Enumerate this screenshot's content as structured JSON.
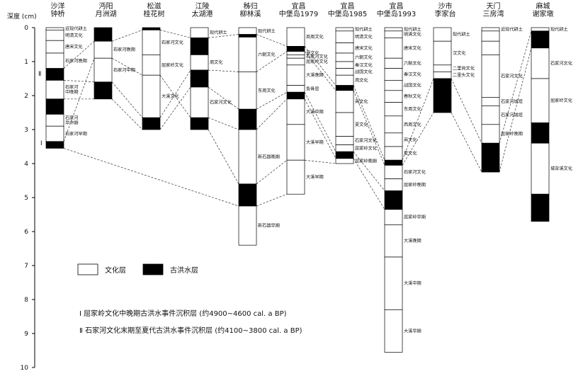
{
  "axis": {
    "label": "深度 (cm)",
    "ticks": [
      "0",
      "1",
      "2",
      "3",
      "4",
      "5",
      "6",
      "7",
      "8",
      "9",
      "10"
    ]
  },
  "legend": {
    "culture": "文化层",
    "flood": "古洪水层"
  },
  "notes": {
    "I": "Ⅰ 屈家岭文化中晚期古洪水事件沉积层 (约4900~4600 cal. a BP)",
    "II": "Ⅱ 石家河文化末期至夏代古洪水事件沉积层 (约4100~3800 cal. a BP)"
  },
  "side_marks": {
    "I": "Ⅰ",
    "II": "Ⅱ"
  },
  "colors": {
    "flood": "#000000",
    "culture": "#ffffff",
    "line": "#333333"
  },
  "columns": [
    {
      "name": [
        "沙洋",
        "钟桥"
      ],
      "layers": [
        {
          "from": 0,
          "to": 0.07,
          "label": "近现代耕土"
        },
        {
          "from": 0.07,
          "to": 0.38,
          "label": "明清文化"
        },
        {
          "from": 0.38,
          "to": 0.75,
          "label": "唐宋文化"
        },
        {
          "from": 0.75,
          "to": 1.2,
          "label": "石家河晚期"
        },
        {
          "from": 1.2,
          "to": 1.55,
          "flood": true
        },
        {
          "from": 1.55,
          "to": 2.1,
          "label": "石家河 中晚期"
        },
        {
          "from": 2.1,
          "to": 2.55,
          "flood": true
        },
        {
          "from": 2.55,
          "to": 2.9,
          "label": "石家河 早中期"
        },
        {
          "from": 2.9,
          "to": 3.35,
          "label": "石家河早期"
        },
        {
          "from": 3.35,
          "to": 3.55,
          "flood": true
        }
      ]
    },
    {
      "name": [
        "沔阳",
        "月洲湖"
      ],
      "layers": [
        {
          "from": 0,
          "to": 0.4,
          "flood": true
        },
        {
          "from": 0.4,
          "to": 0.9,
          "label": "石家河晚期"
        },
        {
          "from": 0.9,
          "to": 1.6,
          "label": "石家河中期"
        },
        {
          "from": 1.6,
          "to": 2.1,
          "flood": true
        }
      ]
    },
    {
      "name": [
        "松滋",
        "桂花树"
      ],
      "layers": [
        {
          "from": 0,
          "to": 0.07,
          "flood": true
        },
        {
          "from": 0.07,
          "to": 0.8,
          "label": "石家河文化"
        },
        {
          "from": 0.8,
          "to": 1.4,
          "label": "屈家岭文化"
        },
        {
          "from": 1.4,
          "to": 2.65,
          "label": "大溪文化"
        },
        {
          "from": 2.65,
          "to": 3.0,
          "flood": true
        }
      ]
    },
    {
      "name": [
        "江陵",
        "太湖港"
      ],
      "layers": [
        {
          "from": 0,
          "to": 0.3,
          "label": "现代耕土"
        },
        {
          "from": 0.3,
          "to": 0.8,
          "flood": true
        },
        {
          "from": 0.8,
          "to": 1.25,
          "label": "周文化"
        },
        {
          "from": 1.25,
          "to": 1.75,
          "flood": true
        },
        {
          "from": 1.75,
          "to": 2.65,
          "label": "石家河文化"
        },
        {
          "from": 2.65,
          "to": 3.0,
          "flood": true
        }
      ]
    },
    {
      "name": [
        "秭归",
        "柳林溪"
      ],
      "layers": [
        {
          "from": 0,
          "to": 0.2,
          "label": "现代耕土"
        },
        {
          "from": 0.2,
          "to": 0.28,
          "flood": true
        },
        {
          "from": 0.28,
          "to": 1.3,
          "label": "六朝文化"
        },
        {
          "from": 1.3,
          "to": 2.4,
          "label": "东周文化"
        },
        {
          "from": 2.4,
          "to": 3.0,
          "flood": true
        },
        {
          "from": 3.0,
          "to": 4.6,
          "label": "新石器晚期"
        },
        {
          "from": 4.6,
          "to": 5.25,
          "flood": true
        },
        {
          "from": 5.25,
          "to": 6.4,
          "label": "新石器早期"
        }
      ]
    },
    {
      "name": [
        "宜昌",
        "中堡岛1979"
      ],
      "layers": [
        {
          "from": 0,
          "to": 0.55,
          "label": "商周文化"
        },
        {
          "from": 0.55,
          "to": 0.7,
          "flood": true
        },
        {
          "from": 0.7,
          "to": 0.8,
          "label": "夏文化"
        },
        {
          "from": 0.8,
          "to": 0.9,
          "label": "石家河文化"
        },
        {
          "from": 0.9,
          "to": 1.1,
          "label": "屈家岭文化"
        },
        {
          "from": 1.1,
          "to": 1.7,
          "label": "大溪晚期"
        },
        {
          "from": 1.7,
          "to": 1.9,
          "label": "鱼骨层"
        },
        {
          "from": 1.9,
          "to": 2.1,
          "flood": true
        },
        {
          "from": 2.1,
          "to": 2.85,
          "label": "大溪中期"
        },
        {
          "from": 2.85,
          "to": 3.9,
          "label": "大溪早期"
        },
        {
          "from": 3.9,
          "to": 4.9,
          "label": "大溪早期"
        }
      ]
    },
    {
      "name": [
        "宜昌",
        "中堡岛1985"
      ],
      "layers": [
        {
          "from": 0,
          "to": 0.1,
          "label": "现代耕土"
        },
        {
          "from": 0.1,
          "to": 0.45,
          "label": "明清文化"
        },
        {
          "from": 0.45,
          "to": 0.75,
          "label": "唐宋文化"
        },
        {
          "from": 0.75,
          "to": 1.0,
          "label": "六朝文化"
        },
        {
          "from": 1.0,
          "to": 1.2,
          "label": "秦汉文化"
        },
        {
          "from": 1.2,
          "to": 1.4,
          "label": "战国文化"
        },
        {
          "from": 1.4,
          "to": 1.7,
          "label": "周文化"
        },
        {
          "from": 1.7,
          "to": 1.85,
          "flood": true
        },
        {
          "from": 1.85,
          "to": 2.5,
          "label": "商文化"
        },
        {
          "from": 2.5,
          "to": 3.2,
          "label": "夏文化"
        },
        {
          "from": 3.2,
          "to": 3.45,
          "label": "石家河文化"
        },
        {
          "from": 3.45,
          "to": 3.65,
          "label": "屈家岭文化"
        },
        {
          "from": 3.65,
          "to": 3.85,
          "flood": true
        },
        {
          "from": 3.85,
          "to": 4.0,
          "label": "屈家岭晚期"
        }
      ]
    },
    {
      "name": [
        "宜昌",
        "中堡岛1993"
      ],
      "layers": [
        {
          "from": 0,
          "to": 0.1,
          "label": "现代耕土"
        },
        {
          "from": 0.1,
          "to": 0.3,
          "label": "明清文化"
        },
        {
          "from": 0.3,
          "to": 0.9,
          "label": "唐宋文化"
        },
        {
          "from": 0.9,
          "to": 1.2,
          "label": "六朝文化"
        },
        {
          "from": 1.2,
          "to": 1.55,
          "label": "秦汉文化"
        },
        {
          "from": 1.55,
          "to": 1.85,
          "label": "战国文化"
        },
        {
          "from": 1.85,
          "to": 2.2,
          "label": "春秋文化"
        },
        {
          "from": 2.2,
          "to": 2.6,
          "label": "东周文化"
        },
        {
          "from": 2.6,
          "to": 3.1,
          "label": "西周文化"
        },
        {
          "from": 3.1,
          "to": 3.5,
          "label": "商文化"
        },
        {
          "from": 3.5,
          "to": 3.9,
          "label": "夏文化"
        },
        {
          "from": 3.9,
          "to": 4.05,
          "flood": true
        },
        {
          "from": 4.05,
          "to": 4.45,
          "label": "石家河文化"
        },
        {
          "from": 4.45,
          "to": 4.8,
          "label": "屈家岭晚期"
        },
        {
          "from": 4.8,
          "to": 5.35,
          "flood": true
        },
        {
          "from": 5.35,
          "to": 5.8,
          "label": "屈家岭早期"
        },
        {
          "from": 5.8,
          "to": 6.75,
          "label": "大溪晚期"
        },
        {
          "from": 6.75,
          "to": 8.3,
          "label": "大溪中期"
        },
        {
          "from": 8.3,
          "to": 9.55,
          "label": "大溪早期"
        }
      ]
    },
    {
      "name": [
        "沙市",
        "李家台"
      ],
      "layers": [
        {
          "from": 0,
          "to": 0.4,
          "label": "现代耕土"
        },
        {
          "from": 0.4,
          "to": 1.1,
          "label": "汉文化"
        },
        {
          "from": 1.1,
          "to": 1.3,
          "label": "二里岗文化"
        },
        {
          "from": 1.3,
          "to": 1.5,
          "label": "二里头文化"
        },
        {
          "from": 1.5,
          "to": 2.5,
          "flood": true
        }
      ]
    },
    {
      "name": [
        "天门",
        "三房湾"
      ],
      "layers": [
        {
          "from": 0,
          "to": 0.1,
          "label": "近现代耕土"
        },
        {
          "from": 0.1,
          "to": 0.4,
          "label": ""
        },
        {
          "from": 0.4,
          "to": 0.8,
          "label": ""
        },
        {
          "from": 0.8,
          "to": 2.05,
          "label": "石家河文化"
        },
        {
          "from": 2.05,
          "to": 2.3,
          "label": "石家河城垣"
        },
        {
          "from": 2.3,
          "to": 2.85,
          "label": "石家河城垣"
        },
        {
          "from": 2.85,
          "to": 3.4,
          "label": "屈家岭晚期"
        },
        {
          "from": 3.4,
          "to": 4.25,
          "flood": true
        }
      ]
    },
    {
      "name": [
        "麻城",
        "谢家墩"
      ],
      "layers": [
        {
          "from": 0,
          "to": 0.1,
          "label": "现代耕土"
        },
        {
          "from": 0.1,
          "to": 0.6,
          "flood": true
        },
        {
          "from": 0.6,
          "to": 1.5,
          "label": "石家河文化"
        },
        {
          "from": 1.5,
          "to": 2.8,
          "label": "屈家岭文化"
        },
        {
          "from": 2.8,
          "to": 3.4,
          "flood": true
        },
        {
          "from": 3.4,
          "to": 4.9,
          "label": "城背溪文化"
        },
        {
          "from": 4.9,
          "to": 5.7,
          "flood": true
        }
      ]
    }
  ],
  "correlations": [
    [
      [
        0,
        1.2
      ],
      [
        1,
        0.4
      ],
      [
        2,
        0.07
      ],
      [
        3,
        0.3
      ],
      [
        4,
        0.2
      ],
      [
        5,
        0.55
      ],
      [
        6,
        1.7
      ],
      [
        7,
        3.9
      ],
      [
        8,
        1.5
      ],
      [
        9,
        3.4
      ],
      [
        10,
        0.1
      ]
    ],
    [
      [
        0,
        1.55
      ],
      [
        1,
        1.6
      ],
      [
        2,
        2.65
      ],
      [
        3,
        1.25
      ],
      [
        4,
        1.3
      ],
      [
        5,
        0.7
      ],
      [
        6,
        1.85
      ],
      [
        7,
        4.05
      ],
      [
        8,
        2.5
      ],
      [
        9,
        4.25
      ],
      [
        10,
        0.6
      ]
    ],
    [
      [
        0,
        2.1
      ],
      [
        1,
        2.1
      ],
      [
        2,
        3.0
      ],
      [
        3,
        1.75
      ],
      [
        4,
        2.4
      ],
      [
        5,
        1.9
      ],
      [
        6,
        3.65
      ],
      [
        7,
        4.8
      ]
    ],
    [
      [
        0,
        3.35
      ],
      [
        1,
        0.9
      ],
      [
        2,
        1.4
      ],
      [
        3,
        2.65
      ],
      [
        4,
        3.0
      ],
      [
        5,
        2.1
      ],
      [
        6,
        3.85
      ],
      [
        7,
        5.35
      ]
    ],
    [
      [
        3,
        3.0
      ],
      [
        4,
        4.6
      ],
      [
        5,
        3.9
      ],
      [
        6,
        4.0
      ]
    ],
    [
      [
        0,
        3.55
      ],
      [
        4,
        5.25
      ],
      [
        5,
        4.9
      ]
    ]
  ]
}
